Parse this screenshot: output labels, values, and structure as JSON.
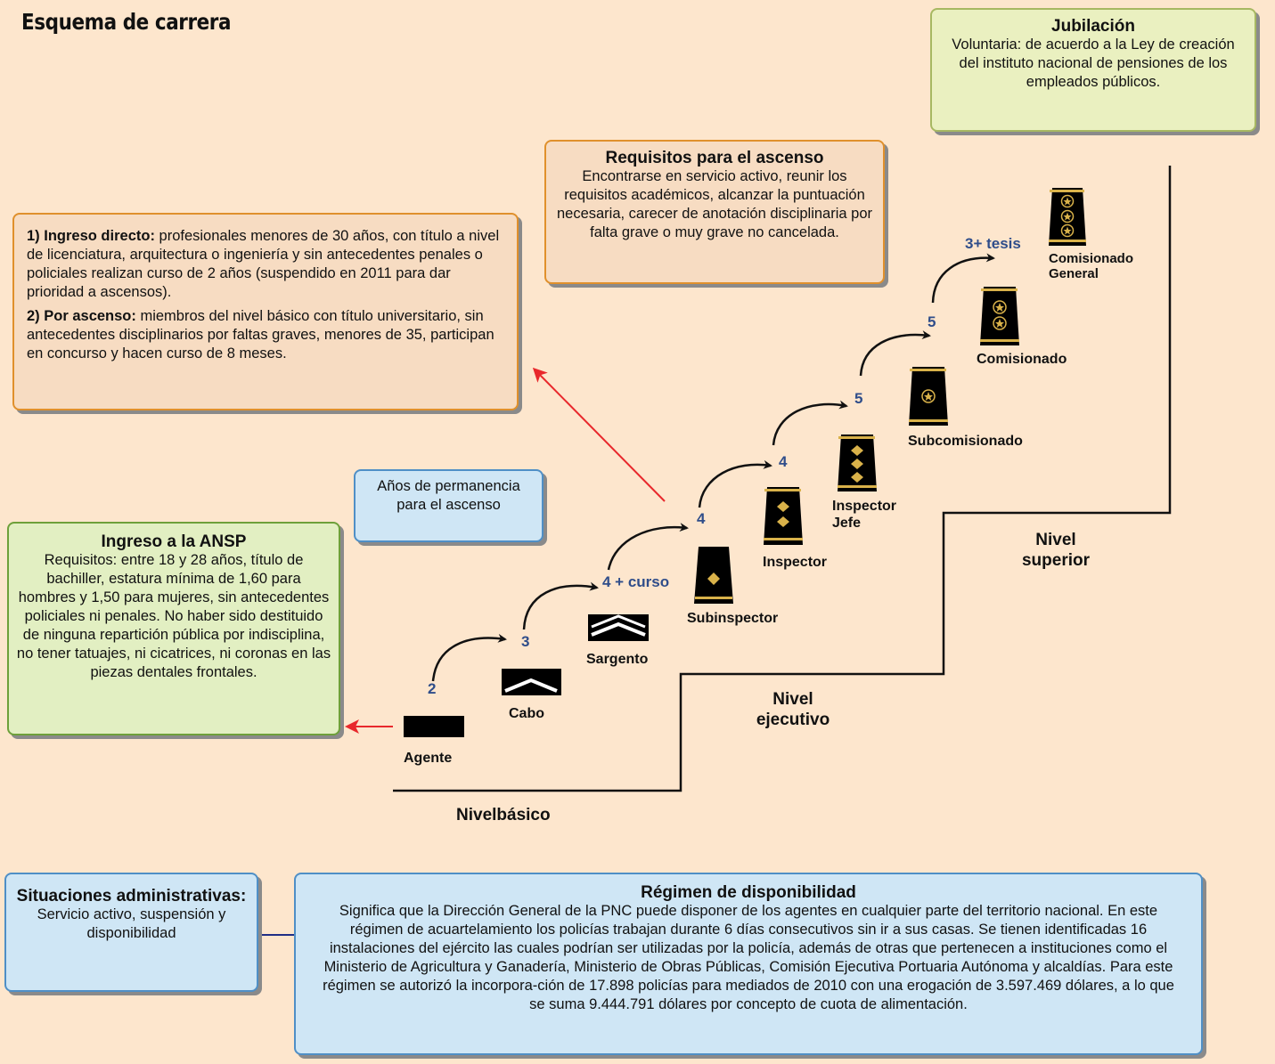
{
  "title": "Esquema de carrera",
  "jubilacion": {
    "title": "Jubilación",
    "text": "Voluntaria: de acuerdo a la Ley de creación del instituto nacional de pensiones de los empleados públicos."
  },
  "requisitos_ascenso": {
    "title": "Requisitos para el ascenso",
    "text": "Encontrarse en servicio activo, reunir los requisitos académicos, alcanzar la puntuación necesaria, carecer de anotación disciplinaria por falta grave o muy grave no cancelada."
  },
  "ingreso_modos": {
    "item1_bold": "1) Ingreso directo:",
    "item1_text": " profesionales menores de 30 años, con título a nivel de  licenciatura, arquitectura o ingeniería y sin antecedentes penales o policiales realizan curso de 2 años (suspendido en 2011 para dar prioridad a ascensos).",
    "item2_bold": "2) Por ascenso:",
    "item2_text": " miembros del nivel básico con título universitario, sin antecedentes disciplinarios por faltas graves, menores de 35, participan en concurso y hacen curso de 8 meses."
  },
  "anos_permanencia": "Años de permanencia para el ascenso",
  "ingreso_ansp": {
    "title": "Ingreso a la ANSP",
    "text": "Requisitos: entre 18 y 28 años, título de bachiller, estatura mínima de 1,60 para hombres y 1,50 para mujeres, sin antecedentes policiales ni penales. No haber sido destituido de ninguna repartición pública por indisciplina, no tener tatuajes, ni cicatrices, ni coronas en las piezas dentales frontales."
  },
  "ranks": {
    "agente": "Agente",
    "cabo": "Cabo",
    "sargento": "Sargento",
    "subinspector": "Subinspector",
    "inspector": "Inspector",
    "inspector_jefe_1": "Inspector",
    "inspector_jefe_2": "Jefe",
    "subcomisionado": "Subcomisionado",
    "comisionado": "Comisionado",
    "comisionado_general_1": "Comisionado",
    "comisionado_general_2": "General"
  },
  "years": {
    "y1": "2",
    "y2": "3",
    "y3": "4 + curso",
    "y4": "4",
    "y5": "4",
    "y6": "5",
    "y7": "5",
    "y8": "3+ tesis"
  },
  "levels": {
    "basico": "Nivelbásico",
    "ejecutivo_1": "Nivel",
    "ejecutivo_2": "ejecutivo",
    "superior_1": "Nivel",
    "superior_2": "superior"
  },
  "situaciones": {
    "title": "Situaciones administrativas:",
    "text": "Servicio activo, suspensión y disponibilidad"
  },
  "regimen": {
    "title": "Régimen de disponibilidad",
    "text": "Significa que la Dirección General de la PNC puede disponer de los agentes en cualquier parte del territorio nacional. En este régimen de acuartelamiento los policías trabajan durante 6 días consecutivos sin ir a sus casas. Se tienen identificadas 16 instalaciones del ejército  las cuales podrían ser utilizadas por la policía, además de otras que pertenecen a instituciones como el Ministerio de Agricultura y Ganadería, Ministerio de Obras Públicas, Comisión Ejecutiva Portuaria Autónoma y alcaldías. Para este régimen se autorizó la incorpora-ción de 17.898 policías para mediados de 2010 con una erogación de 3.597.469 dólares, a lo que se suma 9.444.791 dólares por concepto de cuota de alimentación."
  },
  "colors": {
    "background": "#fde6cd",
    "arrow_red": "#e8282c",
    "arrow_navy": "#1f2e86",
    "number_blue": "#2f4d8a",
    "gold": "#d9b24a"
  }
}
